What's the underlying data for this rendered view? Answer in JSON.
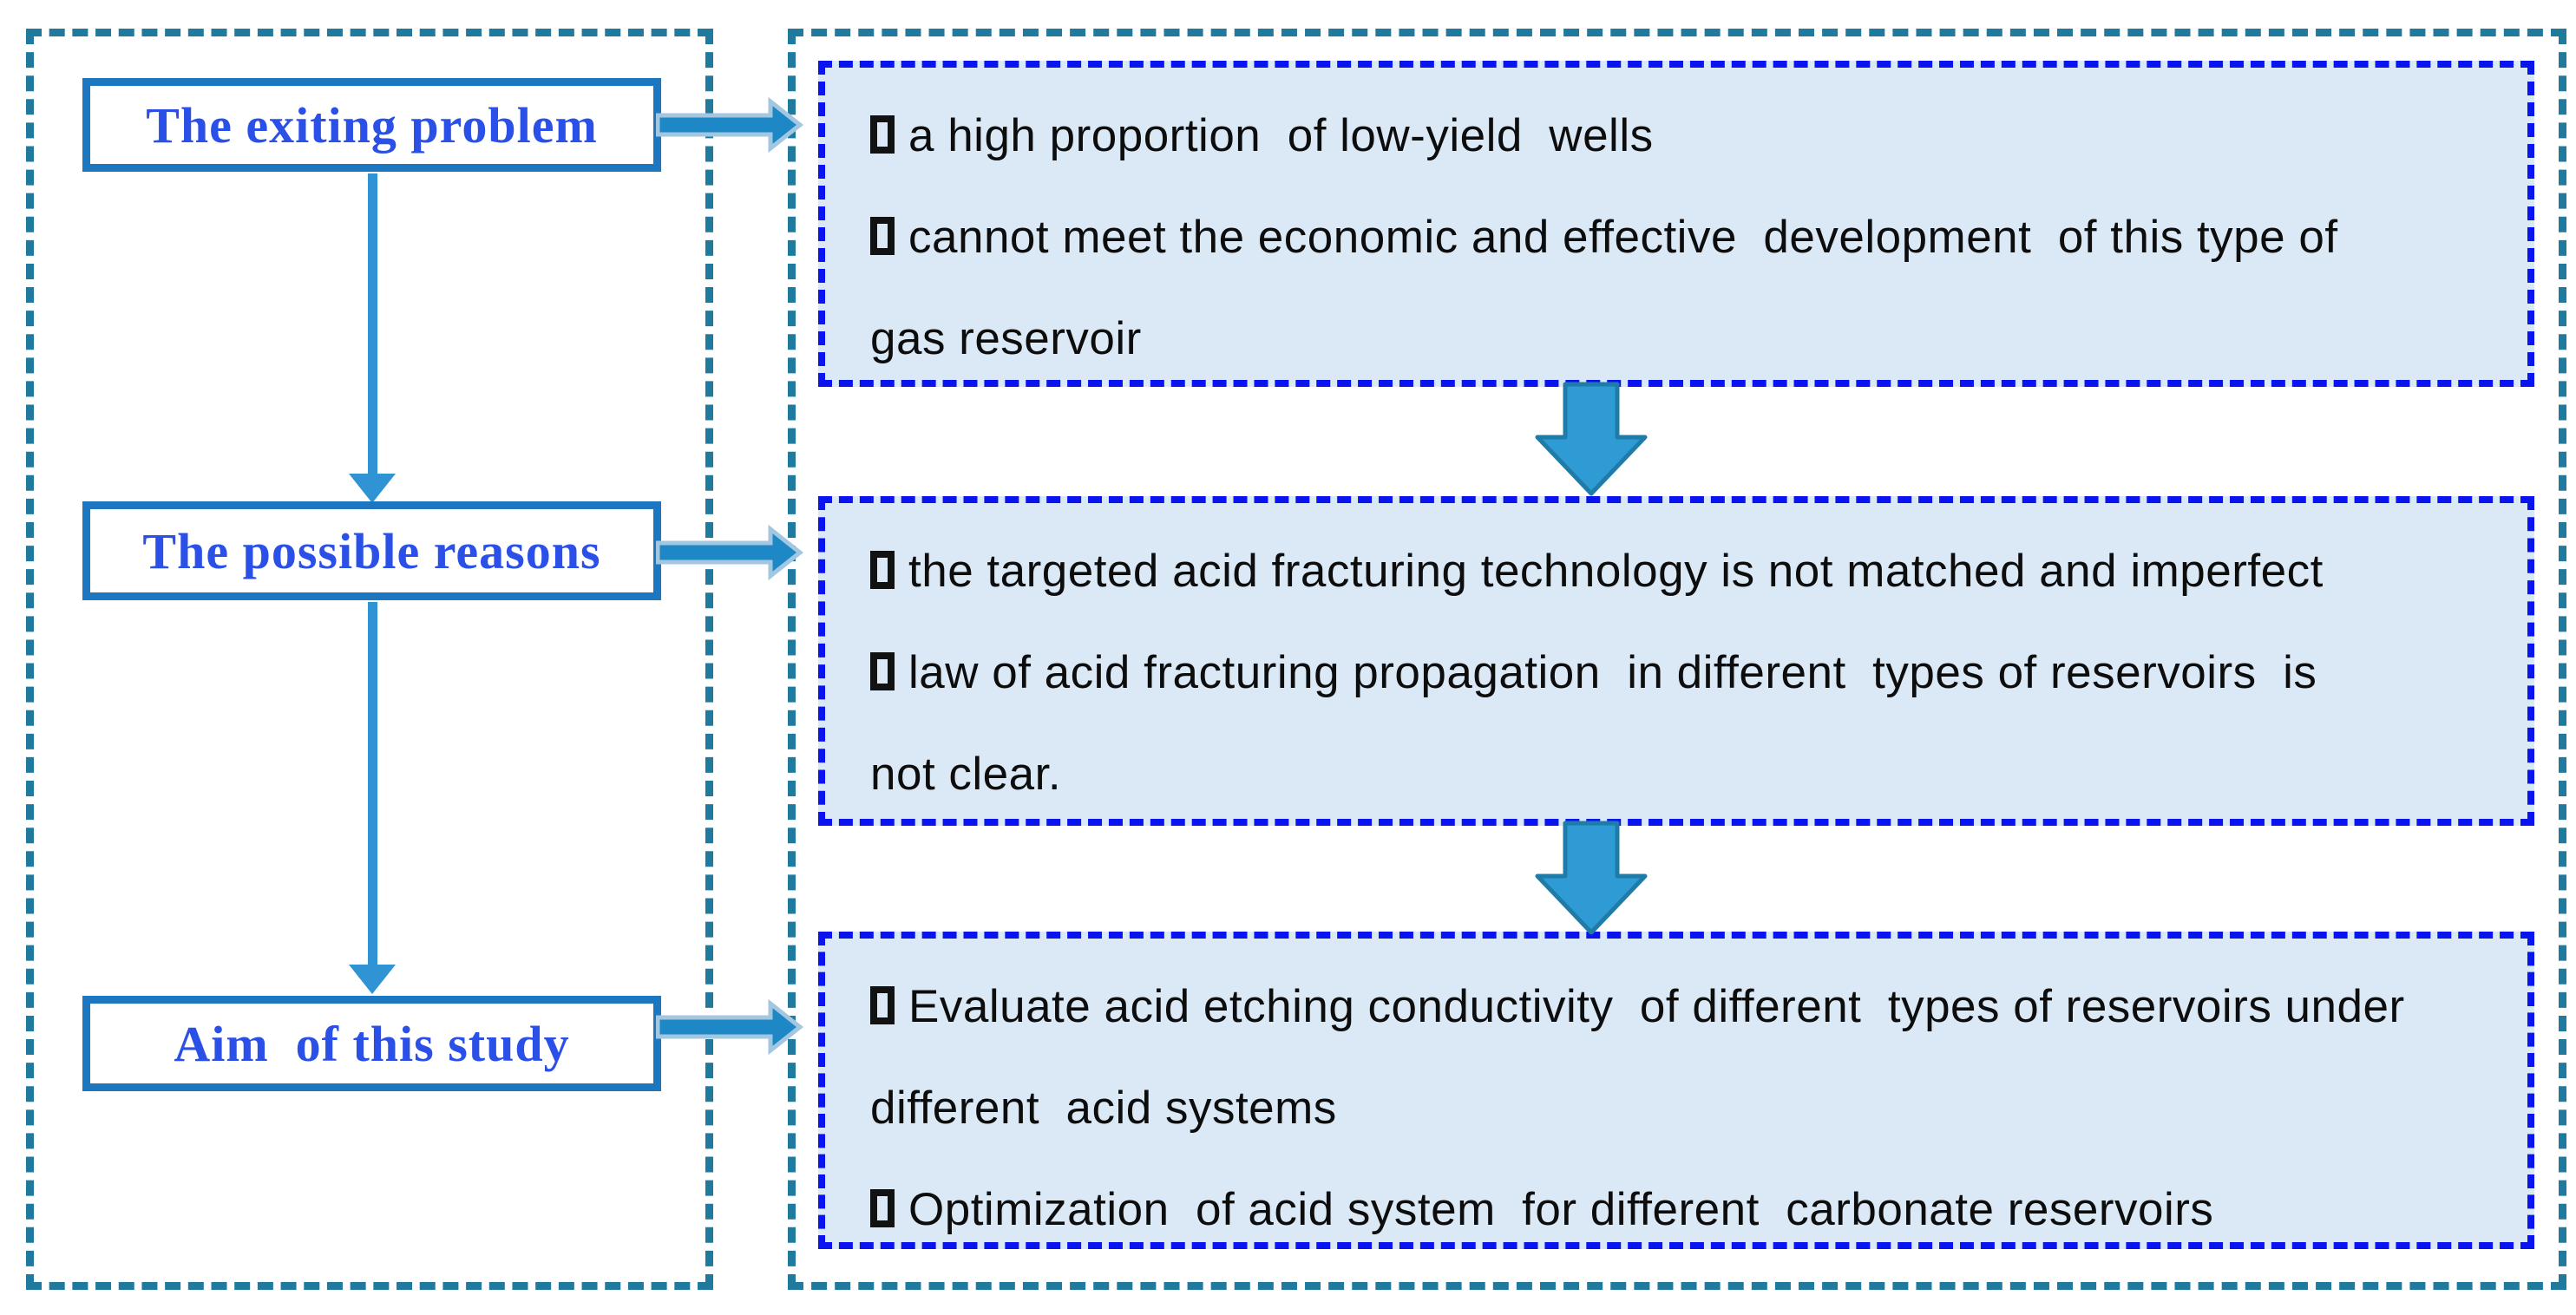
{
  "diagram_title": "Study motivation flow diagram",
  "colors": {
    "outer_dash_border": "#1f7a9e",
    "inner_dash_border": "#0a14ef",
    "stage_box_border": "#1c76c0",
    "stage_label_text": "#2b50e8",
    "content_box_fill": "#dbe9f7",
    "body_text": "#0d0d0d",
    "down_arrow_fill": "#2e9bd5",
    "down_arrow_stroke": "#1f7ba8",
    "right_arrow_fill": "#1e88c6",
    "right_arrow_outline": "#a3c7e0",
    "connector_line": "#2f93d4"
  },
  "left_panel": {
    "boxes": [
      {
        "label": "The exiting problem"
      },
      {
        "label": "The possible reasons"
      },
      {
        "label": "Aim  of this study"
      }
    ]
  },
  "right_panel": {
    "boxes": [
      {
        "lines": [
          {
            "bullet": true,
            "text": "a high proportion  of low-yield  wells"
          },
          {
            "bullet": true,
            "text": "cannot meet the economic and effective  development  of this type of"
          },
          {
            "bullet": false,
            "text": "gas reservoir"
          }
        ]
      },
      {
        "lines": [
          {
            "bullet": true,
            "text": "the targeted acid fracturing technology is not matched and imperfect"
          },
          {
            "bullet": true,
            "text": "law of acid fracturing propagation  in different  types of reservoirs  is"
          },
          {
            "bullet": false,
            "text": "not clear."
          }
        ]
      },
      {
        "lines": [
          {
            "bullet": true,
            "text": "Evaluate acid etching conductivity  of different  types of reservoirs under"
          },
          {
            "bullet": false,
            "text": "different  acid systems"
          },
          {
            "bullet": true,
            "text": "Optimization  of acid system  for different  carbonate reservoirs"
          }
        ]
      }
    ]
  }
}
